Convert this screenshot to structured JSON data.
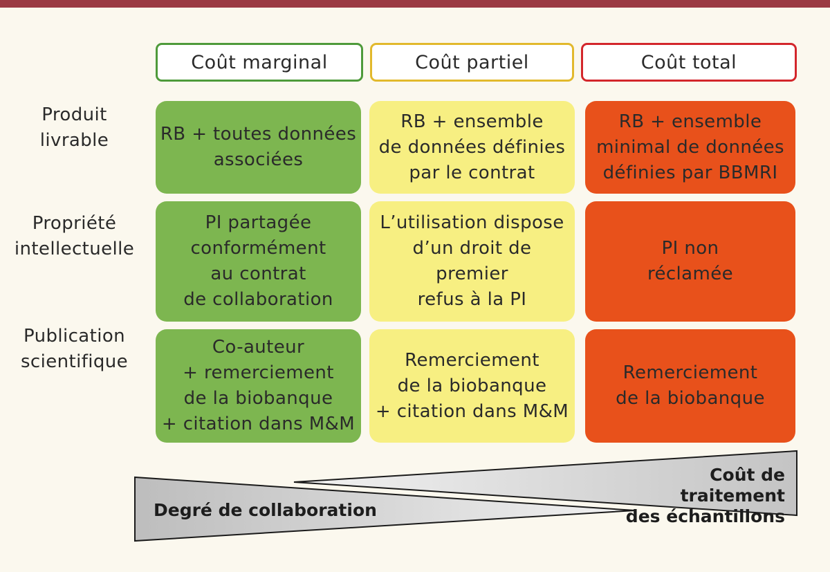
{
  "columns": [
    {
      "label": "Coût marginal",
      "color": "#4e9a3a"
    },
    {
      "label": "Coût partiel",
      "color": "#e2b92c"
    },
    {
      "label": "Coût total",
      "color": "#d3262b"
    }
  ],
  "rows": [
    {
      "label": "Produit\nlivrable",
      "cells": [
        "RB + toutes données\nassociées",
        "RB + ensemble\nde données définies\npar le contrat",
        "RB + ensemble\nminimal de données\ndéfinies par BBMRI"
      ]
    },
    {
      "label": "Propriété\nintellectuelle",
      "cells": [
        "PI partagée\nconformément\nau contrat\nde collaboration",
        "L’utilisation dispose\nd’un droit de premier\nrefus à la PI",
        "PI non\nréclamée"
      ]
    },
    {
      "label": "Publication\nscientifique",
      "cells": [
        "Co-auteur\n+ remerciement\nde la biobanque\n+ citation dans M&M",
        "Remerciement\nde la biobanque\n+ citation dans M&M",
        "Remerciement\nde la biobanque"
      ]
    }
  ],
  "cell_colors": {
    "green": "#7db650",
    "yellow": "#f7ef82",
    "orange": "#e8511b"
  },
  "wedges": {
    "collaboration": "Degré de collaboration",
    "cost": "Coût de traitement\ndes échantillons"
  }
}
